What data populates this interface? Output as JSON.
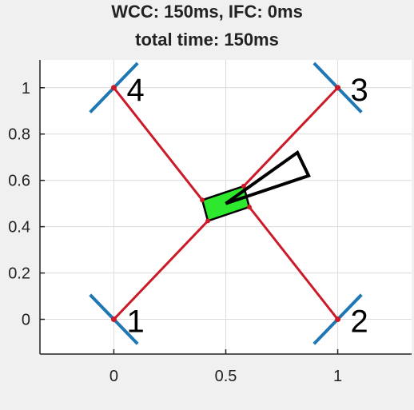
{
  "title_line1": "WCC: 150ms, IFC: 0ms",
  "title_line2": "total time: 150ms",
  "chart_data": {
    "type": "scatter",
    "xlim": [
      -0.33,
      1.33
    ],
    "ylim": [
      -0.15,
      1.12
    ],
    "xticks": [
      0,
      0.5,
      1
    ],
    "yticks": [
      0,
      0.2,
      0.4,
      0.6,
      0.8,
      1
    ],
    "xtick_labels": [
      "0",
      "0.5",
      "1"
    ],
    "ytick_labels": [
      "0",
      "0.2",
      "0.4",
      "0.6",
      "0.8",
      "1"
    ],
    "grid": true,
    "colors": {
      "arm": "#cc1a28",
      "rotor": "#1f77b4",
      "body": "#2ee82e",
      "heading": "#000000",
      "axes": "#222222",
      "grid": "#dcdcdc"
    },
    "nodes": [
      {
        "label": "1",
        "x": 0,
        "y": 0
      },
      {
        "label": "2",
        "x": 1,
        "y": 0
      },
      {
        "label": "3",
        "x": 1,
        "y": 1
      },
      {
        "label": "4",
        "x": 0,
        "y": 1
      }
    ],
    "body_center": {
      "x": 0.5,
      "y": 0.5
    },
    "body_corners": [
      {
        "x": 0.395,
        "y": 0.515
      },
      {
        "x": 0.58,
        "y": 0.575
      },
      {
        "x": 0.605,
        "y": 0.485
      },
      {
        "x": 0.42,
        "y": 0.425
      }
    ],
    "heading_triangle": [
      {
        "x": 0.5,
        "y": 0.5
      },
      {
        "x": 0.82,
        "y": 0.72
      },
      {
        "x": 0.87,
        "y": 0.62
      }
    ],
    "rotor_half_length": 0.15
  }
}
